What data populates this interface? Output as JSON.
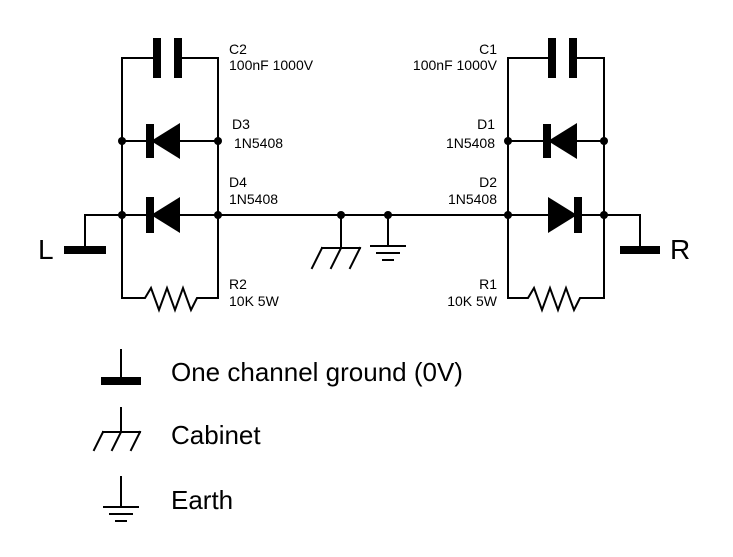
{
  "components": {
    "c2": {
      "ref": "C2",
      "value": "100nF 1000V"
    },
    "c1": {
      "ref": "C1",
      "value": "100nF 1000V"
    },
    "d3": {
      "ref": "D3",
      "value": "1N5408"
    },
    "d4": {
      "ref": "D4",
      "value": "1N5408"
    },
    "d1": {
      "ref": "D1",
      "value": "1N5408"
    },
    "d2": {
      "ref": "D2",
      "value": "1N5408"
    },
    "r2": {
      "ref": "R2",
      "value": "10K 5W"
    },
    "r1": {
      "ref": "R1",
      "value": "10K 5W"
    }
  },
  "terminals": {
    "left": "L",
    "right": "R"
  },
  "legend": {
    "one_channel_ground": "One channel ground (0V)",
    "cabinet": "Cabinet",
    "earth": "Earth"
  }
}
